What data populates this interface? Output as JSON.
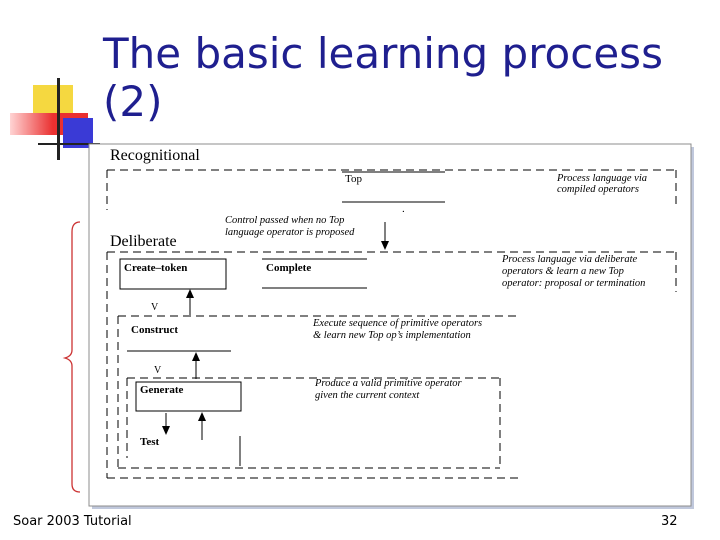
{
  "slide": {
    "title": "The basic learning process (2)",
    "footer_left": "Soar 2003 Tutorial",
    "page_number": "32"
  },
  "diagram": {
    "recognitional_label": "Recognitional",
    "top_label": "Top",
    "recognitional_note": [
      "Process language via",
      "compiled operators"
    ],
    "control_note": [
      "Control passed when no Top",
      "language operator is proposed"
    ],
    "deliberate_label": "Deliberate",
    "create_token_label": "Create–token",
    "complete_label": "Complete",
    "deliberate_note": [
      "Process language via deliberate",
      "operators & learn a new Top",
      "operator: proposal or termination"
    ],
    "construct_label": "Construct",
    "construct_note": [
      "Execute sequence of primitive operators",
      "& learn new Top op’s implementation"
    ],
    "generate_label": "Generate",
    "generate_note": [
      "Produce a valid primitive operator",
      "given the current context"
    ],
    "test_label": "Test"
  },
  "colors": {
    "title": "#1f1f8f",
    "accent_yellow": "#f5d840",
    "accent_red": "#ea3030",
    "accent_blue": "#3a3ad6",
    "brace": "#cc3333",
    "frame_shadow": "#c0c8dc"
  }
}
